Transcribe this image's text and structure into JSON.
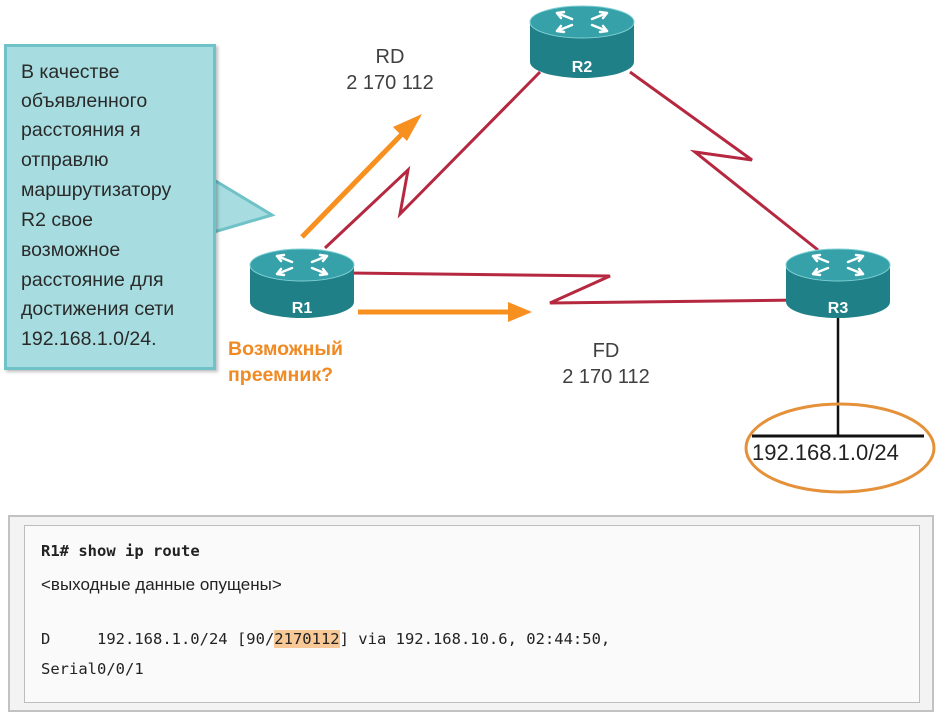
{
  "callout": {
    "lines": [
      "В качестве",
      "объявленного",
      "расстояния я",
      "отправлю",
      "маршрутизатору",
      "R2 свое",
      "возможное",
      "расстояние для",
      "достижения сети",
      "192.168.1.0/24."
    ]
  },
  "routers": {
    "r1": "R1",
    "r2": "R2",
    "r3": "R3"
  },
  "rd": {
    "label": "RD",
    "value": "2 170 112"
  },
  "fd": {
    "label": "FD",
    "value": "2 170 112"
  },
  "successor": {
    "line1": "Возможный",
    "line2": "преемник?"
  },
  "network": {
    "label": "192.168.1.0/24"
  },
  "terminal": {
    "prompt": "R1#",
    "command": " show ip route",
    "omitted": "<выходные данные опущены>",
    "route_prefix": "D     192.168.1.0/24 [90/",
    "route_metric": "2170112",
    "route_suffix": "] via 192.168.10.6, 02:44:50,",
    "route_iface": "Serial0/0/1"
  },
  "colors": {
    "link": "#b5283f",
    "arrow": "#f7901e",
    "router": "#1f8088",
    "callout": "#a7dde0",
    "highlight": "#f8c896"
  },
  "icons": [
    "router-icon",
    "arrow-icon",
    "serial-link-icon"
  ]
}
